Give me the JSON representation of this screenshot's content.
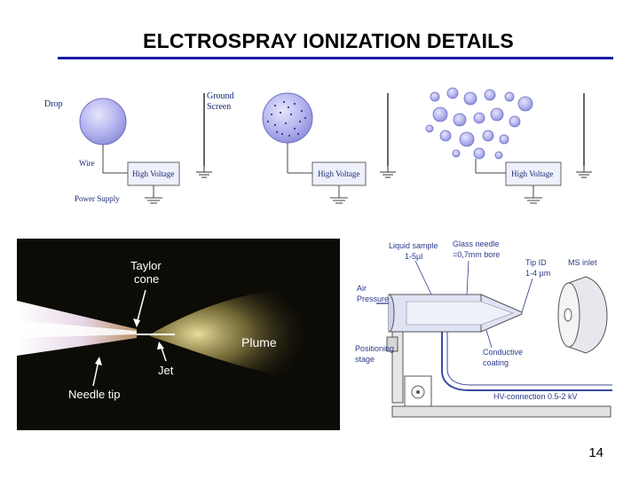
{
  "slide": {
    "title": "ELCTROSPRAY IONIZATION DETAILS",
    "page_number": "14"
  },
  "diagram": {
    "drop_label": "Drop",
    "wire_label": "Wire",
    "power_supply_label": "Power Supply",
    "ground_label": "Ground",
    "screen_label": "Screen",
    "hv_label": "High Voltage"
  },
  "photo": {
    "taylor_label": "Taylor",
    "cone_label": "cone",
    "plume_label": "Plume",
    "jet_label": "Jet",
    "needle_tip_label": "Needle tip"
  },
  "schematic": {
    "liquid_sample_1": "Liquid sample",
    "liquid_sample_2": "1-5µl",
    "glass_needle_1": "Glass needle",
    "glass_needle_2": "=0,7mm bore",
    "tip_id_1": "Tip ID",
    "tip_id_2": "1-4 µm",
    "ms_inlet": "MS inlet",
    "air_1": "Air",
    "air_2": "Pressure",
    "positioning_1": "Positioning",
    "positioning_2": "stage",
    "conductive_1": "Conductive",
    "conductive_2": "coating",
    "hv_connection": "HV-connection 0.5-2 kV"
  },
  "colors": {
    "title_rule": "#1a1aa6",
    "droplet_fill": "#b3b3ef",
    "photo_bg": "#0c0b06",
    "plume": "#e8d68a"
  }
}
